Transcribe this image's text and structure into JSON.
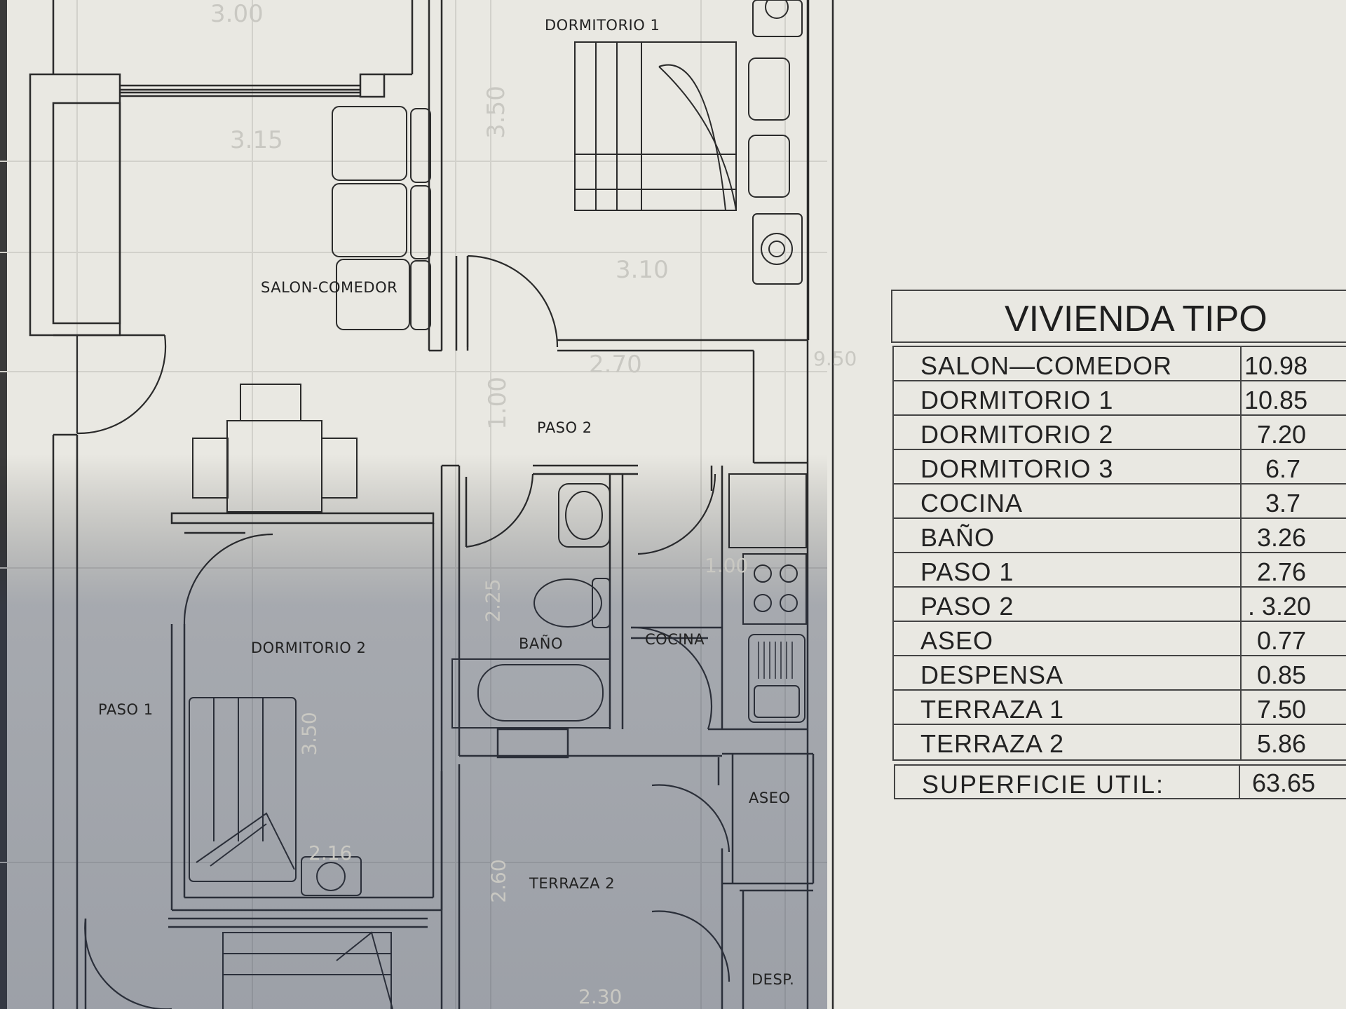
{
  "plan": {
    "rooms": {
      "dormitorio1": "DORMITORIO 1",
      "salon": "SALON-COMEDOR",
      "paso2": "PASO 2",
      "dormitorio2": "DORMITORIO 2",
      "paso1": "PASO 1",
      "bano": "BAÑO",
      "cocina": "COCINA",
      "aseo": "ASEO",
      "terraza2": "TERRAZA 2",
      "desp": "DESP."
    },
    "dimensions": [
      "3.00",
      "3.15",
      "3.50",
      "3.10",
      "2.70",
      "1.00",
      "9.50",
      "1.00",
      "2.25",
      "3.50",
      "2.16",
      "2.60",
      "2.30"
    ]
  },
  "table": {
    "title": "VIVIENDA TIPO",
    "rows": [
      {
        "name": "SALON—COMEDOR",
        "value": "10.98"
      },
      {
        "name": "DORMITORIO  1",
        "value": "10.85"
      },
      {
        "name": "DORMITORIO  2",
        "value": "7.20"
      },
      {
        "name": "DORMITORIO  3",
        "value": "6.7"
      },
      {
        "name": "COCINA",
        "value": "3.7"
      },
      {
        "name": "BAÑO",
        "value": "3.26"
      },
      {
        "name": "PASO  1",
        "value": "2.76"
      },
      {
        "name": "PASO  2",
        "value": ". 3.20"
      },
      {
        "name": "ASEO",
        "value": "0.77"
      },
      {
        "name": "DESPENSA",
        "value": "0.85"
      },
      {
        "name": "TERRAZA  1",
        "value": "7.50"
      },
      {
        "name": "TERRAZA  2",
        "value": "5.86"
      }
    ],
    "total": {
      "name": "SUPERFICIE  UTIL:",
      "value": "63.65"
    }
  }
}
